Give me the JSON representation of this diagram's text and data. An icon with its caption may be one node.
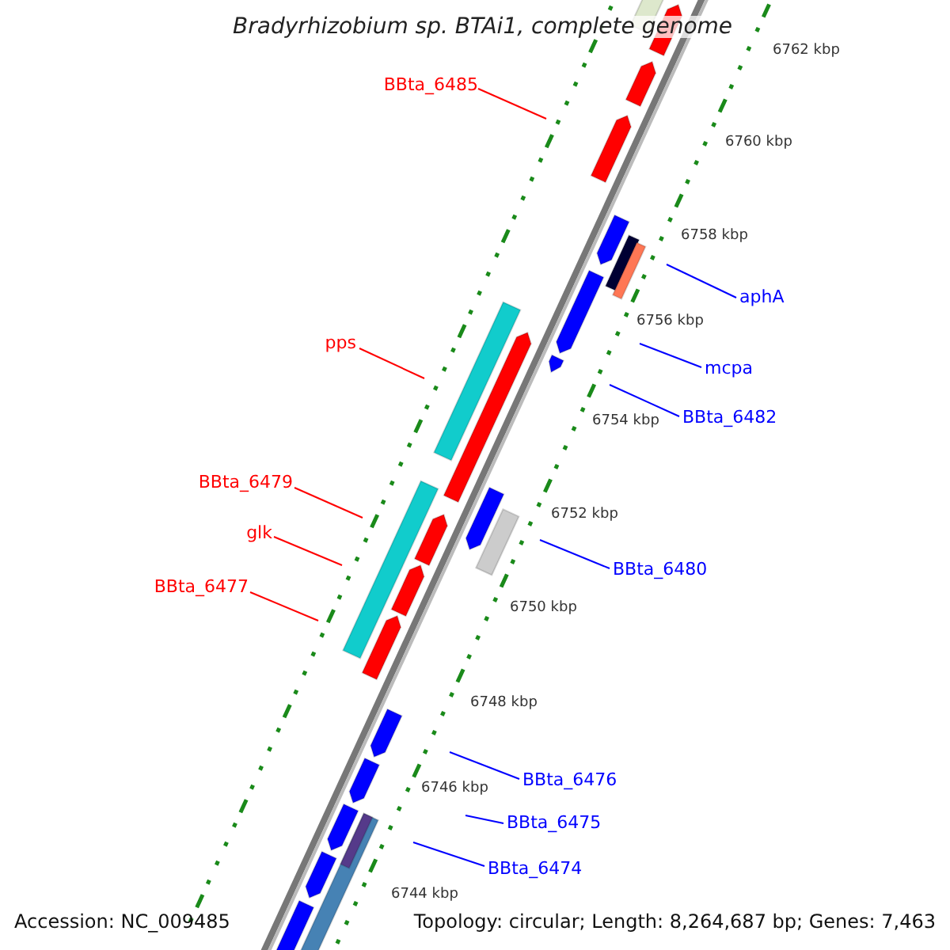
{
  "diagram": {
    "title": "Bradyrhizobium sp. BTAi1, complete genome",
    "nodes": [
      {
        "text": [
          "BBta_6485"
        ]
      },
      {
        "text": [
          "pps"
        ]
      },
      {
        "text": [
          "BBta_6479"
        ]
      },
      {
        "text": [
          "glk"
        ]
      },
      {
        "text": [
          "BBta_6477"
        ]
      },
      {
        "text": [
          "aphA"
        ]
      },
      {
        "text": [
          "mcpa"
        ]
      },
      {
        "text": [
          "BBta_6482"
        ]
      },
      {
        "text": [
          "BBta_6480"
        ]
      },
      {
        "text": [
          "BBta_6476"
        ]
      },
      {
        "text": [
          "BBta_6475"
        ]
      },
      {
        "text": [
          "BBta_6474"
        ]
      }
    ],
    "edges": [
      {
        "from": 0,
        "to": null,
        "arrow": "none",
        "color": "#ff0000"
      },
      {
        "from": 1,
        "to": null,
        "arrow": "none",
        "color": "#ff0000"
      },
      {
        "from": 2,
        "to": null,
        "arrow": "none",
        "color": "#ff0000"
      },
      {
        "from": 3,
        "to": null,
        "arrow": "none",
        "color": "#ff0000"
      },
      {
        "from": 4,
        "to": null,
        "arrow": "none",
        "color": "#ff0000"
      },
      {
        "from": 5,
        "to": null,
        "arrow": "none"
      },
      {
        "from": 6,
        "to": null,
        "arrow": "none"
      },
      {
        "from": 7,
        "to": null,
        "arrow": "none"
      },
      {
        "from": 8,
        "to": null,
        "arrow": "none"
      },
      {
        "from": 9,
        "to": null,
        "arrow": "none"
      },
      {
        "from": 10,
        "to": null,
        "arrow": "none"
      },
      {
        "from": 11,
        "to": null,
        "arrow": "none"
      }
    ],
    "labels": [
      "6762 kbp",
      "6760 kbp",
      "6758 kbp",
      "6756 kbp",
      "6754 kbp",
      "6752 kbp",
      "6750 kbp",
      "6748 kbp",
      "6746 kbp",
      "6744 kbp",
      "Accession: NC_009485",
      "Topology: circular; Length: 8,264,687 bp; Genes: 7,463"
    ]
  }
}
